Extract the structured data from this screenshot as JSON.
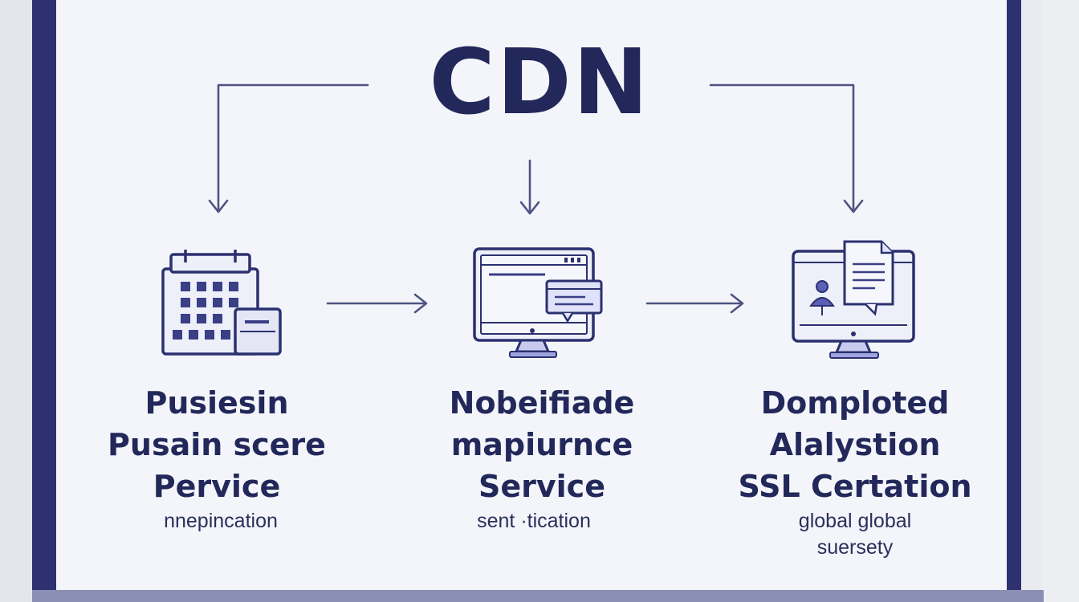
{
  "title": "CDN",
  "colors": {
    "ink": "#22285a",
    "line": "#5a5e8a",
    "fill": "#e8e9f6",
    "frame": "#2e3170"
  },
  "nodes": [
    {
      "icon": "calendar-grid-icon",
      "heading": [
        "Pusiesin",
        "Pusain scere",
        "Pervice"
      ],
      "caption": [
        "nnepincation"
      ]
    },
    {
      "icon": "monitor-window-icon",
      "heading": [
        "Nobeifiade",
        "mapiurnce",
        "Service"
      ],
      "caption": [
        "sent ·tication"
      ]
    },
    {
      "icon": "monitor-user-document-icon",
      "heading": [
        "Domploted",
        "Alalystion",
        "SSL Certation"
      ],
      "caption": [
        "global global",
        "suersety"
      ]
    }
  ]
}
